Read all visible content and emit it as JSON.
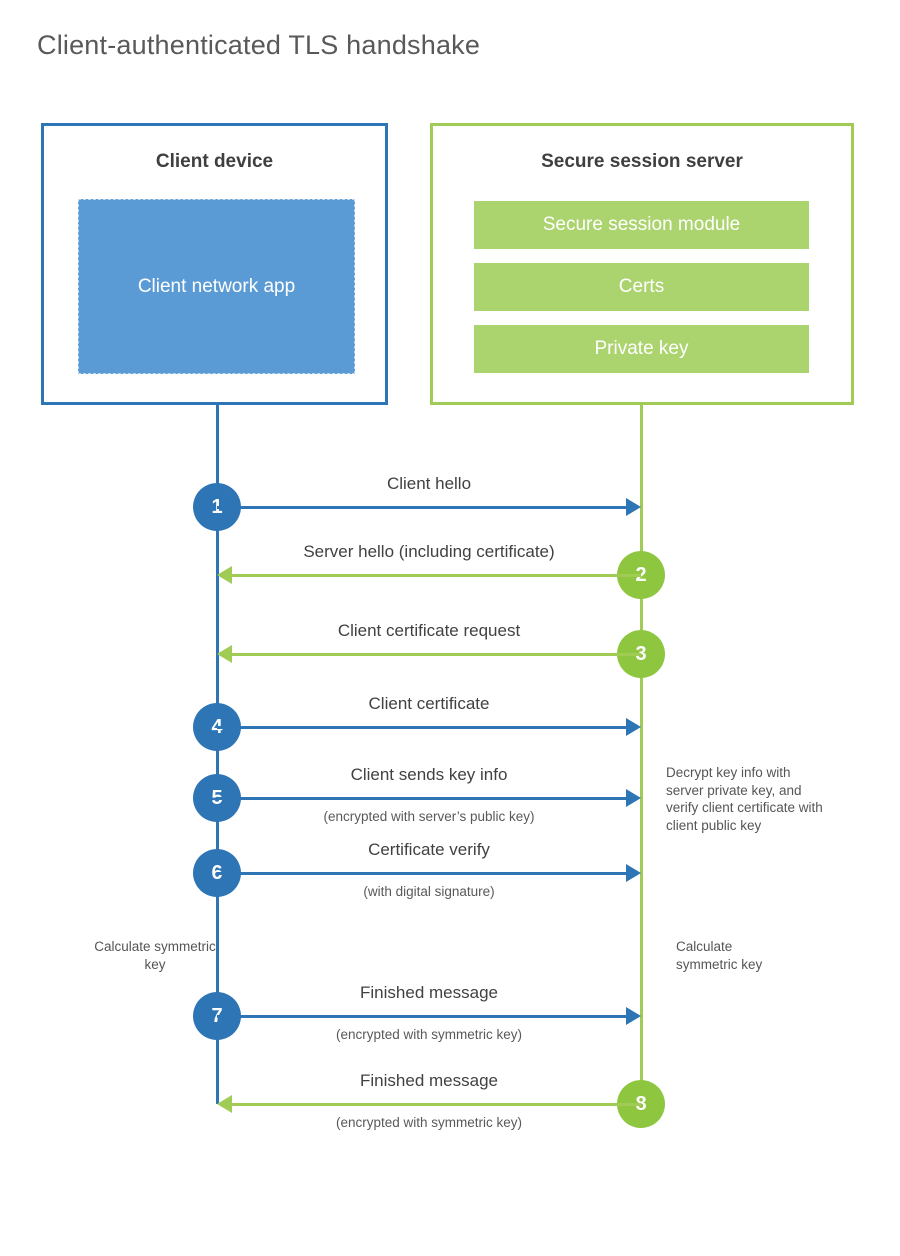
{
  "title": "Client-authenticated TLS handshake",
  "colors": {
    "blue": "#2e75b6",
    "blue-fill": "#5b9bd5",
    "green": "#a0cc55",
    "green-fill": "#abd36e",
    "green-circle": "#8ec63f",
    "text-dark": "#3f3f3f",
    "text-gray": "#595959"
  },
  "client": {
    "title": "Client device",
    "app_label": "Client network app"
  },
  "server": {
    "title": "Secure session server",
    "modules": [
      {
        "label": "Secure session module"
      },
      {
        "label": "Certs"
      },
      {
        "label": "Private key"
      }
    ]
  },
  "steps": [
    {
      "num": "1",
      "direction": "right",
      "label": "Client hello",
      "sublabel": ""
    },
    {
      "num": "2",
      "direction": "left",
      "label": "Server hello (including certificate)",
      "sublabel": ""
    },
    {
      "num": "3",
      "direction": "left",
      "label": "Client certificate request",
      "sublabel": ""
    },
    {
      "num": "4",
      "direction": "right",
      "label": "Client certificate",
      "sublabel": ""
    },
    {
      "num": "5",
      "direction": "right",
      "label": "Client sends key info",
      "sublabel": "(encrypted with server’s public key)"
    },
    {
      "num": "6",
      "direction": "right",
      "label": "Certificate verify",
      "sublabel": "(with digital signature)"
    },
    {
      "num": "7",
      "direction": "right",
      "label": "Finished message",
      "sublabel": "(encrypted with symmetric key)"
    },
    {
      "num": "8",
      "direction": "left",
      "label": "Finished message",
      "sublabel": "(encrypted with symmetric key)"
    }
  ],
  "notes": {
    "decrypt": "Decrypt key info with server private key, and verify client certificate with client public key",
    "calc_client": "Calculate symmetric key",
    "calc_server": "Calculate symmetric key"
  }
}
